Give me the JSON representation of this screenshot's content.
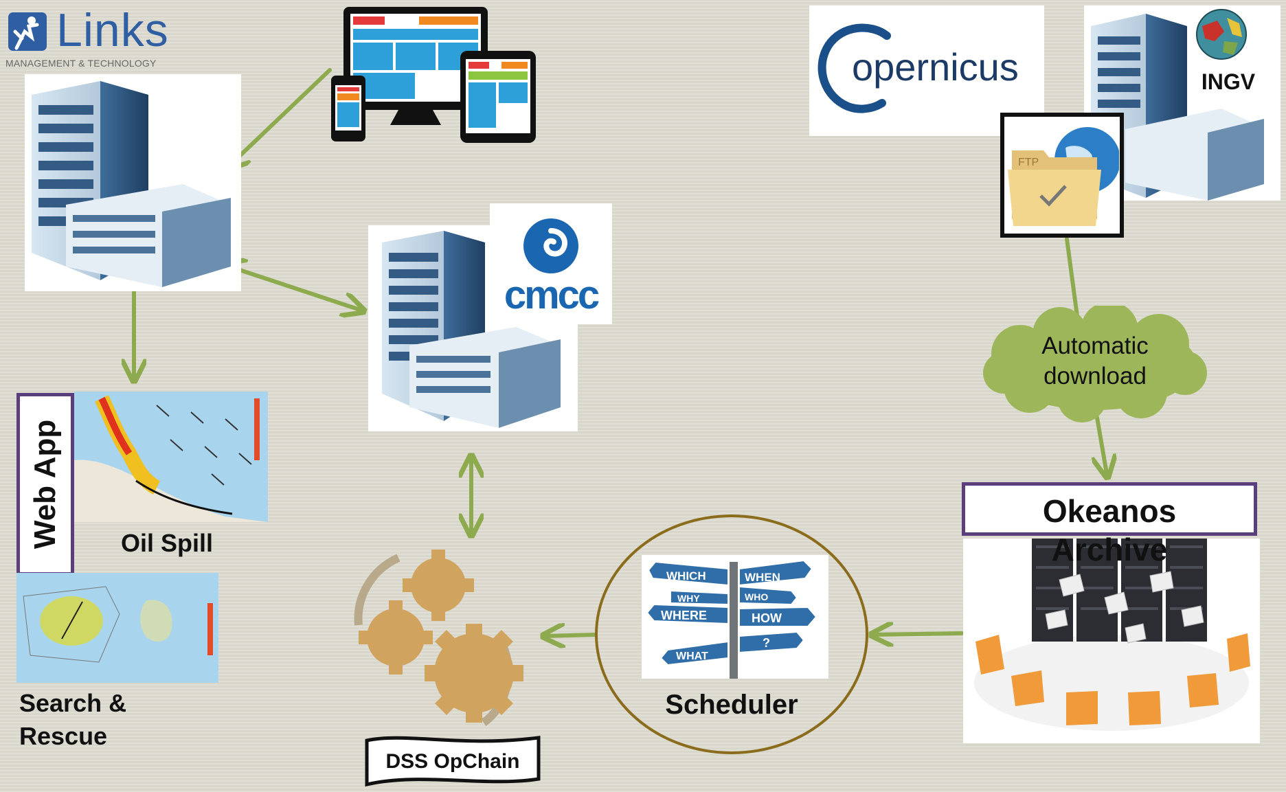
{
  "logo": {
    "brand": "Links",
    "tagline": "MANAGEMENT & TECHNOLOGY"
  },
  "providers": {
    "copernicus": "opernicus",
    "ingv": "INGV",
    "ftp": "FTP",
    "cmcc": "cmcc"
  },
  "web_app": {
    "title": "Web App",
    "oil_spill": "Oil Spill",
    "search_rescue_line1": "Search &",
    "search_rescue_line2": "Rescue"
  },
  "cloud": {
    "line1": "Automatic",
    "line2": "download"
  },
  "archive": {
    "line1": "Okeanos",
    "line2": "Archive"
  },
  "scheduler": {
    "label": "Scheduler",
    "signs": [
      "WHICH",
      "WHEN",
      "WHY",
      "WHO",
      "WHERE",
      "HOW",
      "WHAT",
      "?"
    ]
  },
  "dss": {
    "label": "DSS OpChain"
  },
  "colors": {
    "arrow": "#8eaa4e",
    "archive_border": "#5b3f7d",
    "scheduler_ring": "#8a6c1c",
    "cloud": "#9eb65a",
    "cmcc_blue": "#1a66b0",
    "gear": "#d0a45e"
  }
}
